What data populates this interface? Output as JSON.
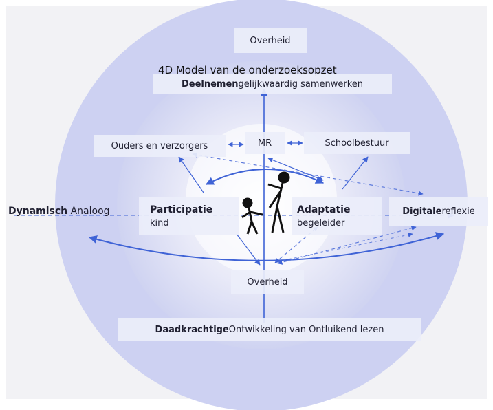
{
  "title": "4D Model van de onderzoeksopzet",
  "top_box": "Overheid",
  "deelnemen": {
    "bold": "Deelnemen",
    "rest": " gelijkwaardig samenwerken"
  },
  "ouders": "Ouders en verzorgers",
  "mr": "MR",
  "schoolbestuur": "Schoolbestuur",
  "dynamisch": {
    "bold": "Dynamisch",
    "rest": " Analoog"
  },
  "participatie": {
    "bold": "Participatie",
    "sub": "kind"
  },
  "adaptatie": {
    "bold": "Adaptatie",
    "sub": "begeleider"
  },
  "digitale": {
    "bold": "Digitale",
    "rest": " reflexie"
  },
  "bottom_box": "Overheid",
  "daadkrachtige": {
    "bold": "Daadkrachtige",
    "rest": " Ontwikkeling van Ontluikend lezen"
  },
  "colors": {
    "arrow": "#3f63d6",
    "outer_circle": "#cdd1f2",
    "inner_circle": "#e4e6f7"
  },
  "icons": [
    "child-figure-icon",
    "adult-figure-icon"
  ]
}
